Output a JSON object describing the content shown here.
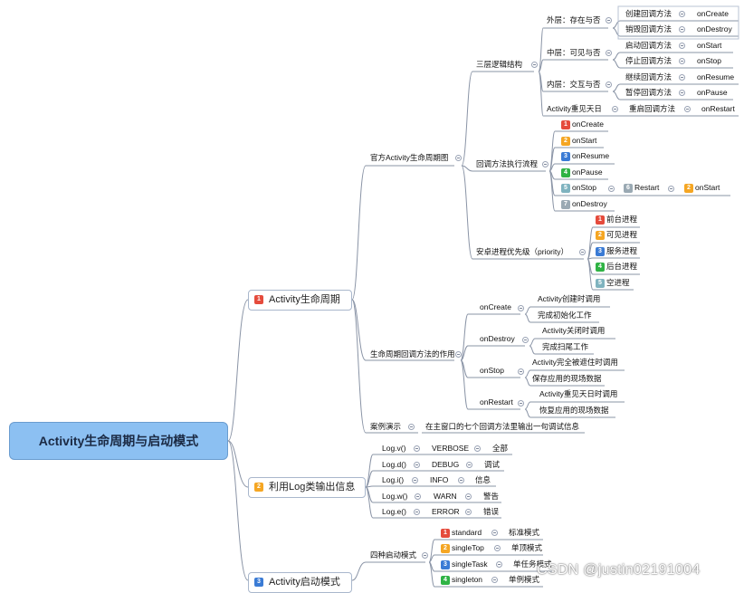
{
  "root": {
    "title": "Activity生命周期与启动模式"
  },
  "colors": {
    "red": "#e54b3c",
    "orange": "#f5a623",
    "blue": "#3a7bd5",
    "green": "#2fb344",
    "teal": "#7fb3bf",
    "gray": "#9aa9b3"
  },
  "lifecycle": {
    "num": "1",
    "label": "Activity生命周期",
    "official": {
      "label": "官方Activity生命周期图",
      "layers": {
        "label": "三层逻辑结构",
        "outer": {
          "label": "外层：存在与否",
          "a": "创建回调方法",
          "a2": "onCreate",
          "b": "销毁回调方法",
          "b2": "onDestroy"
        },
        "middle": {
          "label": "中层：可见与否",
          "a": "启动回调方法",
          "a2": "onStart",
          "b": "停止回调方法",
          "b2": "onStop"
        },
        "inner": {
          "label": "内层：交互与否",
          "a": "继续回调方法",
          "a2": "onResume",
          "b": "暂停回调方法",
          "b2": "onPause"
        },
        "revisible": {
          "label": "Activity重见天日",
          "a": "重启回调方法",
          "a2": "onRestart"
        }
      },
      "flow": {
        "label": "回调方法执行流程",
        "items": [
          {
            "num": "1",
            "text": "onCreate"
          },
          {
            "num": "2",
            "text": "onStart"
          },
          {
            "num": "3",
            "text": "onResume"
          },
          {
            "num": "4",
            "text": "onPause"
          },
          {
            "num": "5",
            "text": "onStop"
          },
          {
            "num": "7",
            "text": "onDestroy"
          }
        ],
        "restart_num": "6",
        "restart": "Restart",
        "after_num": "2",
        "after": "onStart"
      },
      "priority": {
        "label": "安卓进程优先级（priority）",
        "items": [
          {
            "num": "1",
            "text": "前台进程"
          },
          {
            "num": "2",
            "text": "可见进程"
          },
          {
            "num": "3",
            "text": "服务进程"
          },
          {
            "num": "4",
            "text": "后台进程"
          },
          {
            "num": "5",
            "text": "空进程"
          }
        ]
      }
    },
    "callbacks": {
      "label": "生命周期回调方法的作用",
      "items": [
        {
          "name": "onCreate",
          "a": "Activity创建时调用",
          "b": "完成初始化工作"
        },
        {
          "name": "onDestroy",
          "a": "Activity关闭时调用",
          "b": "完成扫尾工作"
        },
        {
          "name": "onStop",
          "a": "Activity完全被遮住时调用",
          "b": "保存应用的现场数据"
        },
        {
          "name": "onRestart",
          "a": "Activity重见天日时调用",
          "b": "恢复应用的现场数据"
        }
      ]
    },
    "demo": {
      "label": "案例演示",
      "text": "在主窗口的七个回调方法里输出一句调试信息"
    }
  },
  "log": {
    "num": "2",
    "label": "利用Log类输出信息",
    "items": [
      {
        "fn": "Log.v()",
        "level": "VERBOSE",
        "desc": "全部"
      },
      {
        "fn": "Log.d()",
        "level": "DEBUG",
        "desc": "调试"
      },
      {
        "fn": "Log.i()",
        "level": "INFO",
        "desc": "信息"
      },
      {
        "fn": "Log.w()",
        "level": "WARN",
        "desc": "警告"
      },
      {
        "fn": "Log.e()",
        "level": "ERROR",
        "desc": "错误"
      }
    ]
  },
  "launch": {
    "num": "3",
    "label": "Activity启动模式",
    "modes": {
      "label": "四种启动模式",
      "items": [
        {
          "num": "1",
          "mode": "standard",
          "desc": "标准模式"
        },
        {
          "num": "2",
          "mode": "singleTop",
          "desc": "单顶模式"
        },
        {
          "num": "3",
          "mode": "singleTask",
          "desc": "单任务模式"
        },
        {
          "num": "4",
          "mode": "singleton",
          "desc": "单例模式"
        }
      ]
    }
  },
  "watermark": "CSDN @justin02191004"
}
